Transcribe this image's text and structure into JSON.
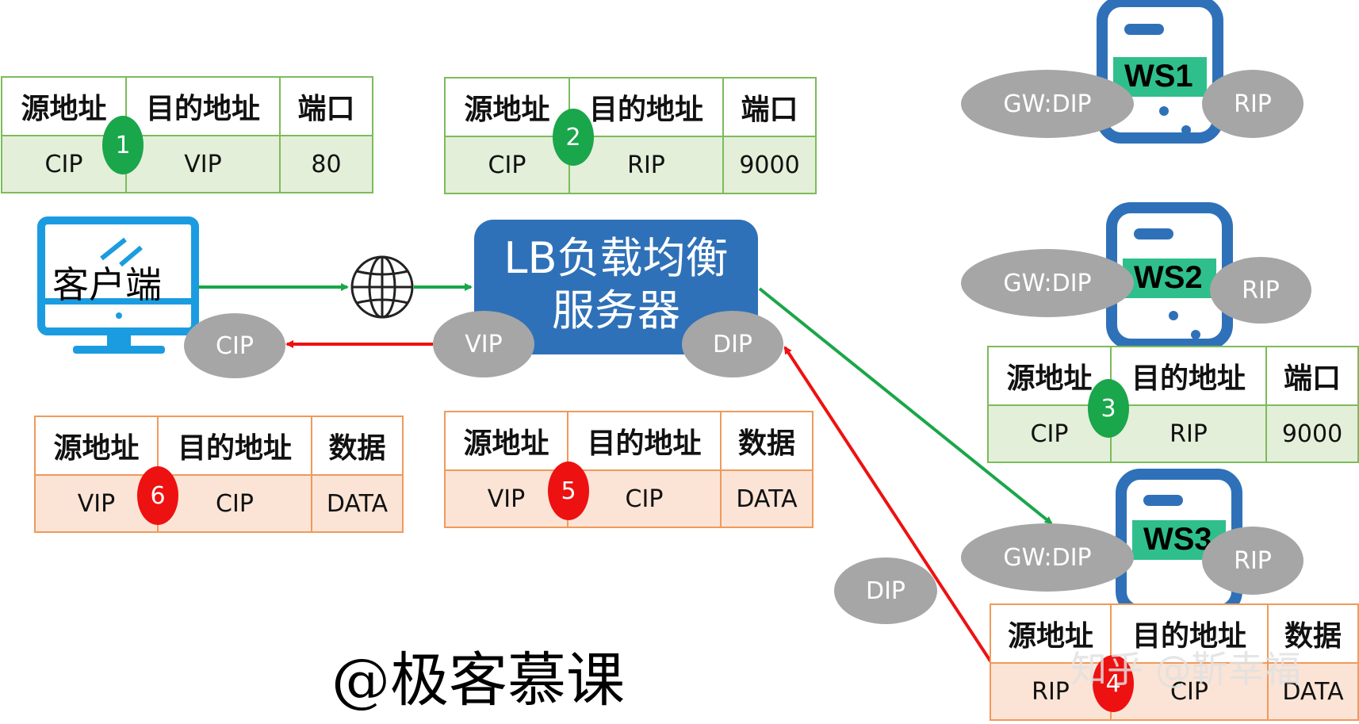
{
  "client": {
    "label": "客户端"
  },
  "load_balancer": {
    "line1": "LB负载均衡",
    "line2": "服务器"
  },
  "servers": [
    {
      "name": "WS1",
      "gw": "GW:DIP",
      "rip": "RIP"
    },
    {
      "name": "WS2",
      "gw": "GW:DIP",
      "rip": "RIP"
    },
    {
      "name": "WS3",
      "gw": "GW:DIP",
      "rip": "RIP"
    }
  ],
  "interfaces": {
    "cip": "CIP",
    "vip": "VIP",
    "dip": "DIP",
    "dip_return": "DIP"
  },
  "tables": {
    "t1": {
      "step": "1",
      "headers": [
        "源地址",
        "目的地址",
        "端口"
      ],
      "values": [
        "CIP",
        "VIP",
        "80"
      ]
    },
    "t2": {
      "step": "2",
      "headers": [
        "源地址",
        "目的地址",
        "端口"
      ],
      "values": [
        "CIP",
        "RIP",
        "9000"
      ]
    },
    "t3": {
      "step": "3",
      "headers": [
        "源地址",
        "目的地址",
        "端口"
      ],
      "values": [
        "CIP",
        "RIP",
        "9000"
      ]
    },
    "t4": {
      "step": "4",
      "headers": [
        "源地址",
        "目的地址",
        "数据"
      ],
      "values": [
        "RIP",
        "CIP",
        "DATA"
      ]
    },
    "t5": {
      "step": "5",
      "headers": [
        "源地址",
        "目的地址",
        "数据"
      ],
      "values": [
        "VIP",
        "CIP",
        "DATA"
      ]
    },
    "t6": {
      "step": "6",
      "headers": [
        "源地址",
        "目的地址",
        "数据"
      ],
      "values": [
        "VIP",
        "CIP",
        "DATA"
      ]
    }
  },
  "brand": "@极客慕课",
  "watermark": "知乎 @靳幸福",
  "colors": {
    "request": "#1aa64a",
    "response": "#ee1111",
    "server_blue": "#2f71b8",
    "lb_blue": "#2f71b8",
    "server_band": "#2fbf8c"
  }
}
